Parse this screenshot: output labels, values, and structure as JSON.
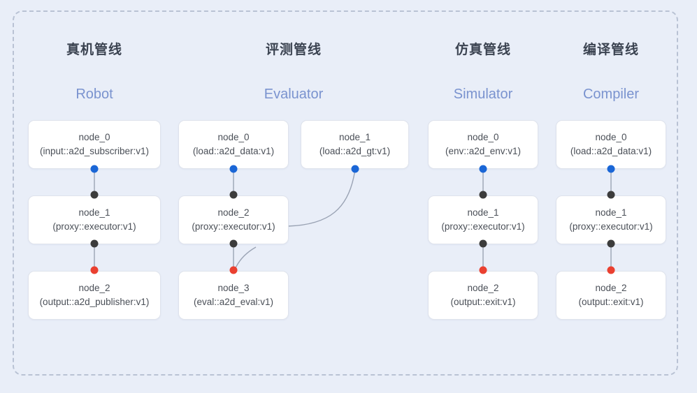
{
  "diagram": {
    "panel_label": "pipeline-overview-panel",
    "accent_color": "#7a93cf",
    "port_colors": {
      "output": "#1a66d6",
      "link": "#3c3c3c",
      "terminal": "#ea4030"
    },
    "columns": [
      {
        "id": "robot",
        "title_cn": "真机管线",
        "title_en": "Robot",
        "nodes": [
          {
            "name": "node_0",
            "type": "(input::a2d_subscriber:v1)"
          },
          {
            "name": "node_1",
            "type": "(proxy::executor:v1)"
          },
          {
            "name": "node_2",
            "type": "(output::a2d_publisher:v1)"
          }
        ]
      },
      {
        "id": "evaluator",
        "title_cn": "评测管线",
        "title_en": "Evaluator",
        "nodes": [
          {
            "name": "node_0",
            "type": "(load::a2d_data:v1)"
          },
          {
            "name": "node_2",
            "type": "(proxy::executor:v1)"
          },
          {
            "name": "node_3",
            "type": "(eval::a2d_eval:v1)"
          }
        ],
        "side_nodes": [
          {
            "name": "node_1",
            "type": "(load::a2d_gt:v1)"
          }
        ]
      },
      {
        "id": "simulator",
        "title_cn": "仿真管线",
        "title_en": "Simulator",
        "nodes": [
          {
            "name": "node_0",
            "type": "(env::a2d_env:v1)"
          },
          {
            "name": "node_1",
            "type": "(proxy::executor:v1)"
          },
          {
            "name": "node_2",
            "type": "(output::exit:v1)"
          }
        ]
      },
      {
        "id": "compiler",
        "title_cn": "编译管线",
        "title_en": "Compiler",
        "nodes": [
          {
            "name": "node_0",
            "type": "(load::a2d_data:v1)"
          },
          {
            "name": "node_1",
            "type": "(proxy::executor:v1)"
          },
          {
            "name": "node_2",
            "type": "(output::exit:v1)"
          }
        ]
      }
    ]
  }
}
